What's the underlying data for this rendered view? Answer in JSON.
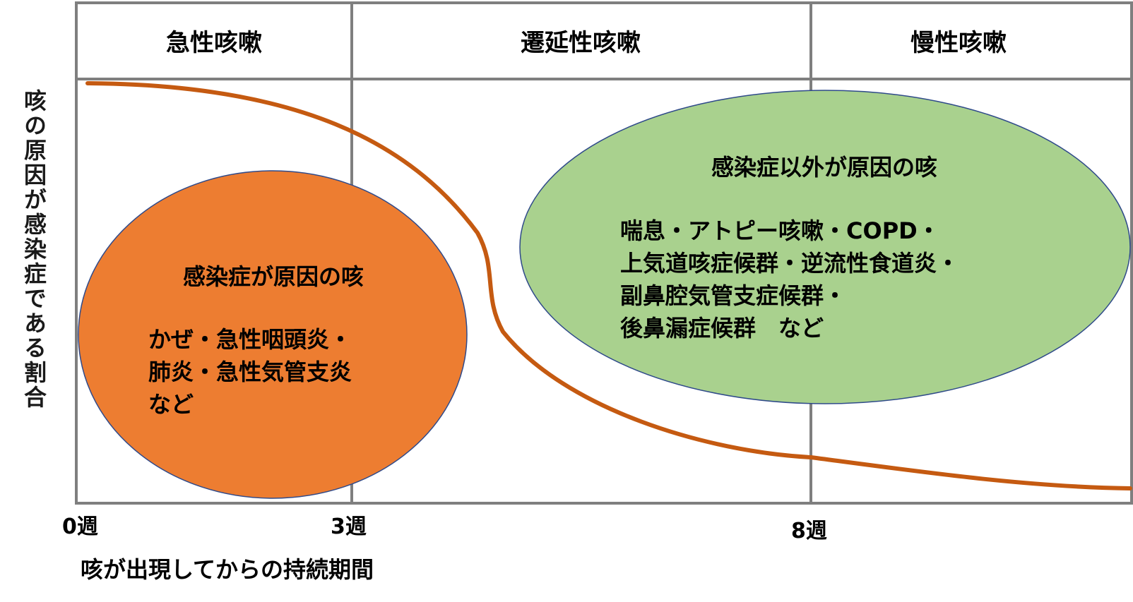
{
  "phases": {
    "acute": "急性咳嗽",
    "prolonged": "遷延性咳嗽",
    "chronic": "慢性咳嗽"
  },
  "infectious": {
    "title": "感染症が原因の咳",
    "lines": [
      "かぜ・急性咽頭炎・",
      "肺炎・急性気管支炎",
      "など"
    ],
    "color": "#ed7d31"
  },
  "noninfectious": {
    "title": "感染症以外が原因の咳",
    "lines": [
      "喘息・アトピー咳嗽・COPD・",
      "上気道咳症候群・逆流性食道炎・",
      "副鼻腔気管支症候群・",
      "後鼻漏症候群　など"
    ],
    "color": "#a9d18e"
  },
  "curve_color": "#c55a11",
  "axes": {
    "x_label": "咳が出現してからの持続期間",
    "y_label": "咳の原因が感染症である割合",
    "ticks": [
      "0週",
      "3週",
      "8週"
    ]
  }
}
